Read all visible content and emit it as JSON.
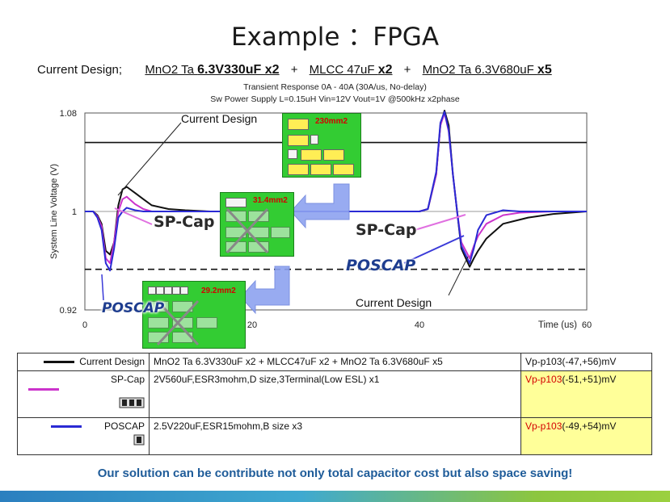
{
  "title": "Example ：FPGA",
  "current_design": {
    "label": "Current Design;",
    "part1": "MnO2 Ta ",
    "part1_bold": "6.3V330uF x2",
    "part2": "MLCC 47uF ",
    "part2_bold": "x2",
    "part3": "MnO2 Ta 6.3V680uF ",
    "part3_bold": "x5",
    "plus": "+"
  },
  "subtitle_lines": [
    "Transient Response 0A - 40A  (30A/us, No-delay)",
    "Sw Power Supply  L=0.15uH Vin=12V Vout=1V @500kHz x2phase"
  ],
  "chart_data": {
    "type": "line",
    "xlabel": "Time (us)",
    "ylabel": "System Line Voltage (V)",
    "xlim": [
      0,
      60
    ],
    "ylim": [
      0.92,
      1.08
    ],
    "x_ticks": [
      "0",
      "20",
      "40",
      "60"
    ],
    "y_ticks": [
      "1.08",
      "1",
      "0.92"
    ],
    "reference_lines": [
      {
        "y": 1.056,
        "style": "solid"
      },
      {
        "y": 0.953,
        "style": "dashed"
      }
    ],
    "series": [
      {
        "name": "Current Design",
        "color": "#111111",
        "x": [
          0,
          1,
          1.5,
          2.0,
          2.5,
          3.0,
          3.5,
          4.0,
          4.5,
          5.0,
          6.0,
          7.0,
          8.0,
          10.0,
          12.0,
          15.0,
          20.0,
          30.0,
          39.0,
          40.0,
          41.0,
          42.0,
          42.5,
          43.0,
          43.5,
          44.0,
          44.5,
          45.0,
          46.0,
          46.5,
          47.0,
          48.0,
          50.0,
          53.0,
          56.0,
          60.0
        ],
        "y": [
          1.0,
          1.0,
          0.997,
          0.99,
          0.968,
          0.965,
          0.975,
          1.005,
          1.018,
          1.02,
          1.015,
          1.01,
          1.005,
          1.002,
          1.001,
          1.0,
          1.0,
          1.0,
          1.0,
          1.0,
          1.002,
          1.03,
          1.07,
          1.082,
          1.07,
          1.03,
          1.0,
          0.97,
          0.955,
          0.962,
          0.968,
          0.978,
          0.99,
          0.995,
          0.998,
          1.0
        ]
      },
      {
        "name": "SP-Cap",
        "color": "#cc33cc",
        "x": [
          0,
          1,
          1.5,
          2.0,
          2.5,
          3.0,
          3.5,
          4.0,
          4.5,
          5.0,
          6.0,
          7.0,
          8.0,
          10.0,
          15.0,
          20.0,
          30.0,
          39.0,
          40.0,
          41.0,
          42.0,
          42.5,
          43.0,
          43.5,
          44.0,
          44.5,
          45.0,
          46.0,
          46.5,
          47.0,
          48.0,
          50.0,
          52.0,
          56.0,
          60.0
        ],
        "y": [
          1.0,
          1.0,
          0.996,
          0.988,
          0.962,
          0.958,
          0.975,
          1.0,
          1.01,
          1.012,
          1.006,
          1.002,
          1.0,
          1.0,
          1.0,
          1.0,
          1.0,
          1.0,
          1.0,
          1.002,
          1.03,
          1.07,
          1.08,
          1.065,
          1.03,
          1.0,
          0.975,
          0.962,
          0.972,
          0.98,
          0.99,
          0.997,
          0.999,
          1.0,
          1.0
        ]
      },
      {
        "name": "POSCAP",
        "color": "#2a2ad4",
        "x": [
          0,
          1,
          1.5,
          2.0,
          2.5,
          3.0,
          3.5,
          4.0,
          4.5,
          5.0,
          6.0,
          7.0,
          8.0,
          10.0,
          15.0,
          20.0,
          30.0,
          39.0,
          40.0,
          41.0,
          42.0,
          42.5,
          43.0,
          43.5,
          44.0,
          44.5,
          45.0,
          46.0,
          46.5,
          47.0,
          48.0,
          50.0,
          52.0,
          56.0,
          60.0
        ],
        "y": [
          1.0,
          1.0,
          0.995,
          0.985,
          0.958,
          0.952,
          0.97,
          0.995,
          1.0,
          1.003,
          1.001,
          1.0,
          1.0,
          1.0,
          1.0,
          1.0,
          1.0,
          1.0,
          1.0,
          1.002,
          1.032,
          1.072,
          1.081,
          1.066,
          1.03,
          1.0,
          0.972,
          0.958,
          0.97,
          0.985,
          0.997,
          1.001,
          1.0,
          1.0,
          1.0
        ]
      }
    ]
  },
  "annotations": {
    "current_design_top": "Current Design",
    "current_design_bottom": "Current Design",
    "board_top_area": "230mm2",
    "board_mid_area": "31.4mm2",
    "board_bot_area": "29.2mm2",
    "spcap_left": "SP-Cap",
    "spcap_right": "SP-Cap",
    "poscap_left": "POSCAP",
    "poscap_right": "POSCAP"
  },
  "legend_table": {
    "rows": [
      {
        "name": "Current Design",
        "color": "#111111",
        "desc": "MnO2 Ta 6.3V330uF x2 + MLCC47uF x2 + MnO2 Ta 6.3V680uF x5",
        "vp_label": "Vp-p103(-47,+56)mV",
        "vp_prefix": "",
        "vp_suffix": ""
      },
      {
        "name": "SP-Cap",
        "color": "#cc33cc",
        "desc": "2V560uF,ESR3mohm,D size,3Terminal(Low ESL) x1",
        "vp_prefix": "Vp-p103",
        "vp_suffix": "(-51,+51)mV"
      },
      {
        "name": "POSCAP",
        "color": "#2a2ad4",
        "desc": "2.5V220uF,ESR15mohm,B size x3",
        "vp_prefix": "Vp-p103",
        "vp_suffix": "(-49,+54)mV"
      }
    ]
  },
  "footer": "Our solution can be contribute not only total capacitor cost but also space saving!"
}
